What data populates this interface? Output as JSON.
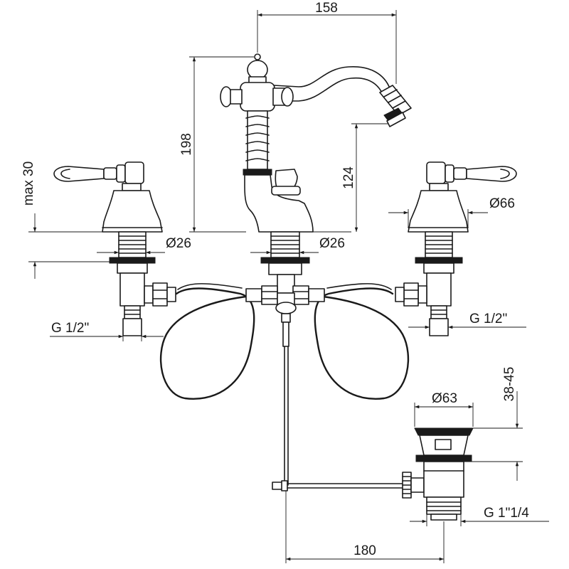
{
  "dimensions": {
    "spout_reach": "158",
    "spout_height": "198",
    "outlet_height": "124",
    "max_deck": "max 30",
    "left_shank_dia": "Ø26",
    "center_shank_dia": "Ø26",
    "handle_base_dia": "Ø66",
    "left_inlet_thread": "G 1/2\"",
    "right_inlet_thread": "G 1/2\"",
    "drain_dia": "Ø63",
    "drain_range": "38-45",
    "drain_thread": "G 1\"1/4",
    "rod_distance": "180"
  }
}
